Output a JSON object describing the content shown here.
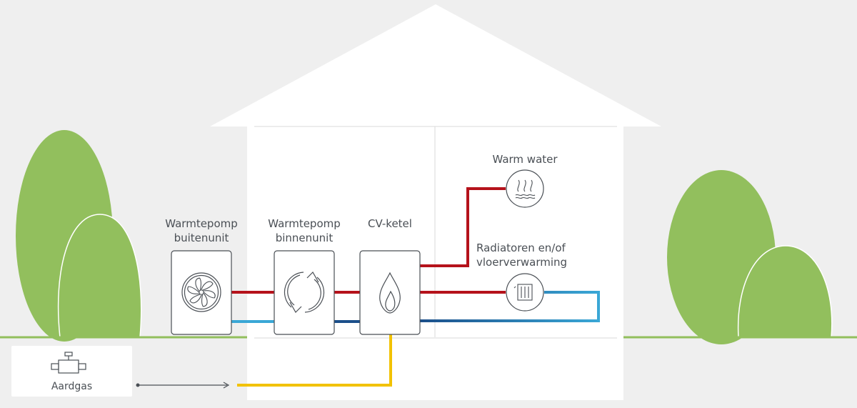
{
  "labels": {
    "outdoor_unit": [
      "Warmtepomp",
      "buitenunit"
    ],
    "indoor_unit": [
      "Warmtepomp",
      "binnenunit"
    ],
    "boiler": "CV-ketel",
    "warm_water": "Warm water",
    "radiators": [
      "Radiatoren en/of",
      "vloerverwarming"
    ],
    "gas": "Aardgas"
  },
  "colors": {
    "background": "#efefef",
    "tree": "#92bf5d",
    "ground": "#92bf5d",
    "house": "#ffffff",
    "hot_pipe": "#b5121b",
    "cold_pipe_light": "#3aa7d6",
    "cold_pipe_dark": "#1b4f8a",
    "gas_pipe": "#f2c200",
    "outline": "#4a4f55"
  },
  "icons": {
    "outdoor_unit": "fan-icon",
    "indoor_unit": "cycle-arrows-icon",
    "boiler": "flame-icon",
    "warm_water": "hot-water-icon",
    "radiators": "radiator-icon",
    "gas": "gas-valve-icon"
  }
}
